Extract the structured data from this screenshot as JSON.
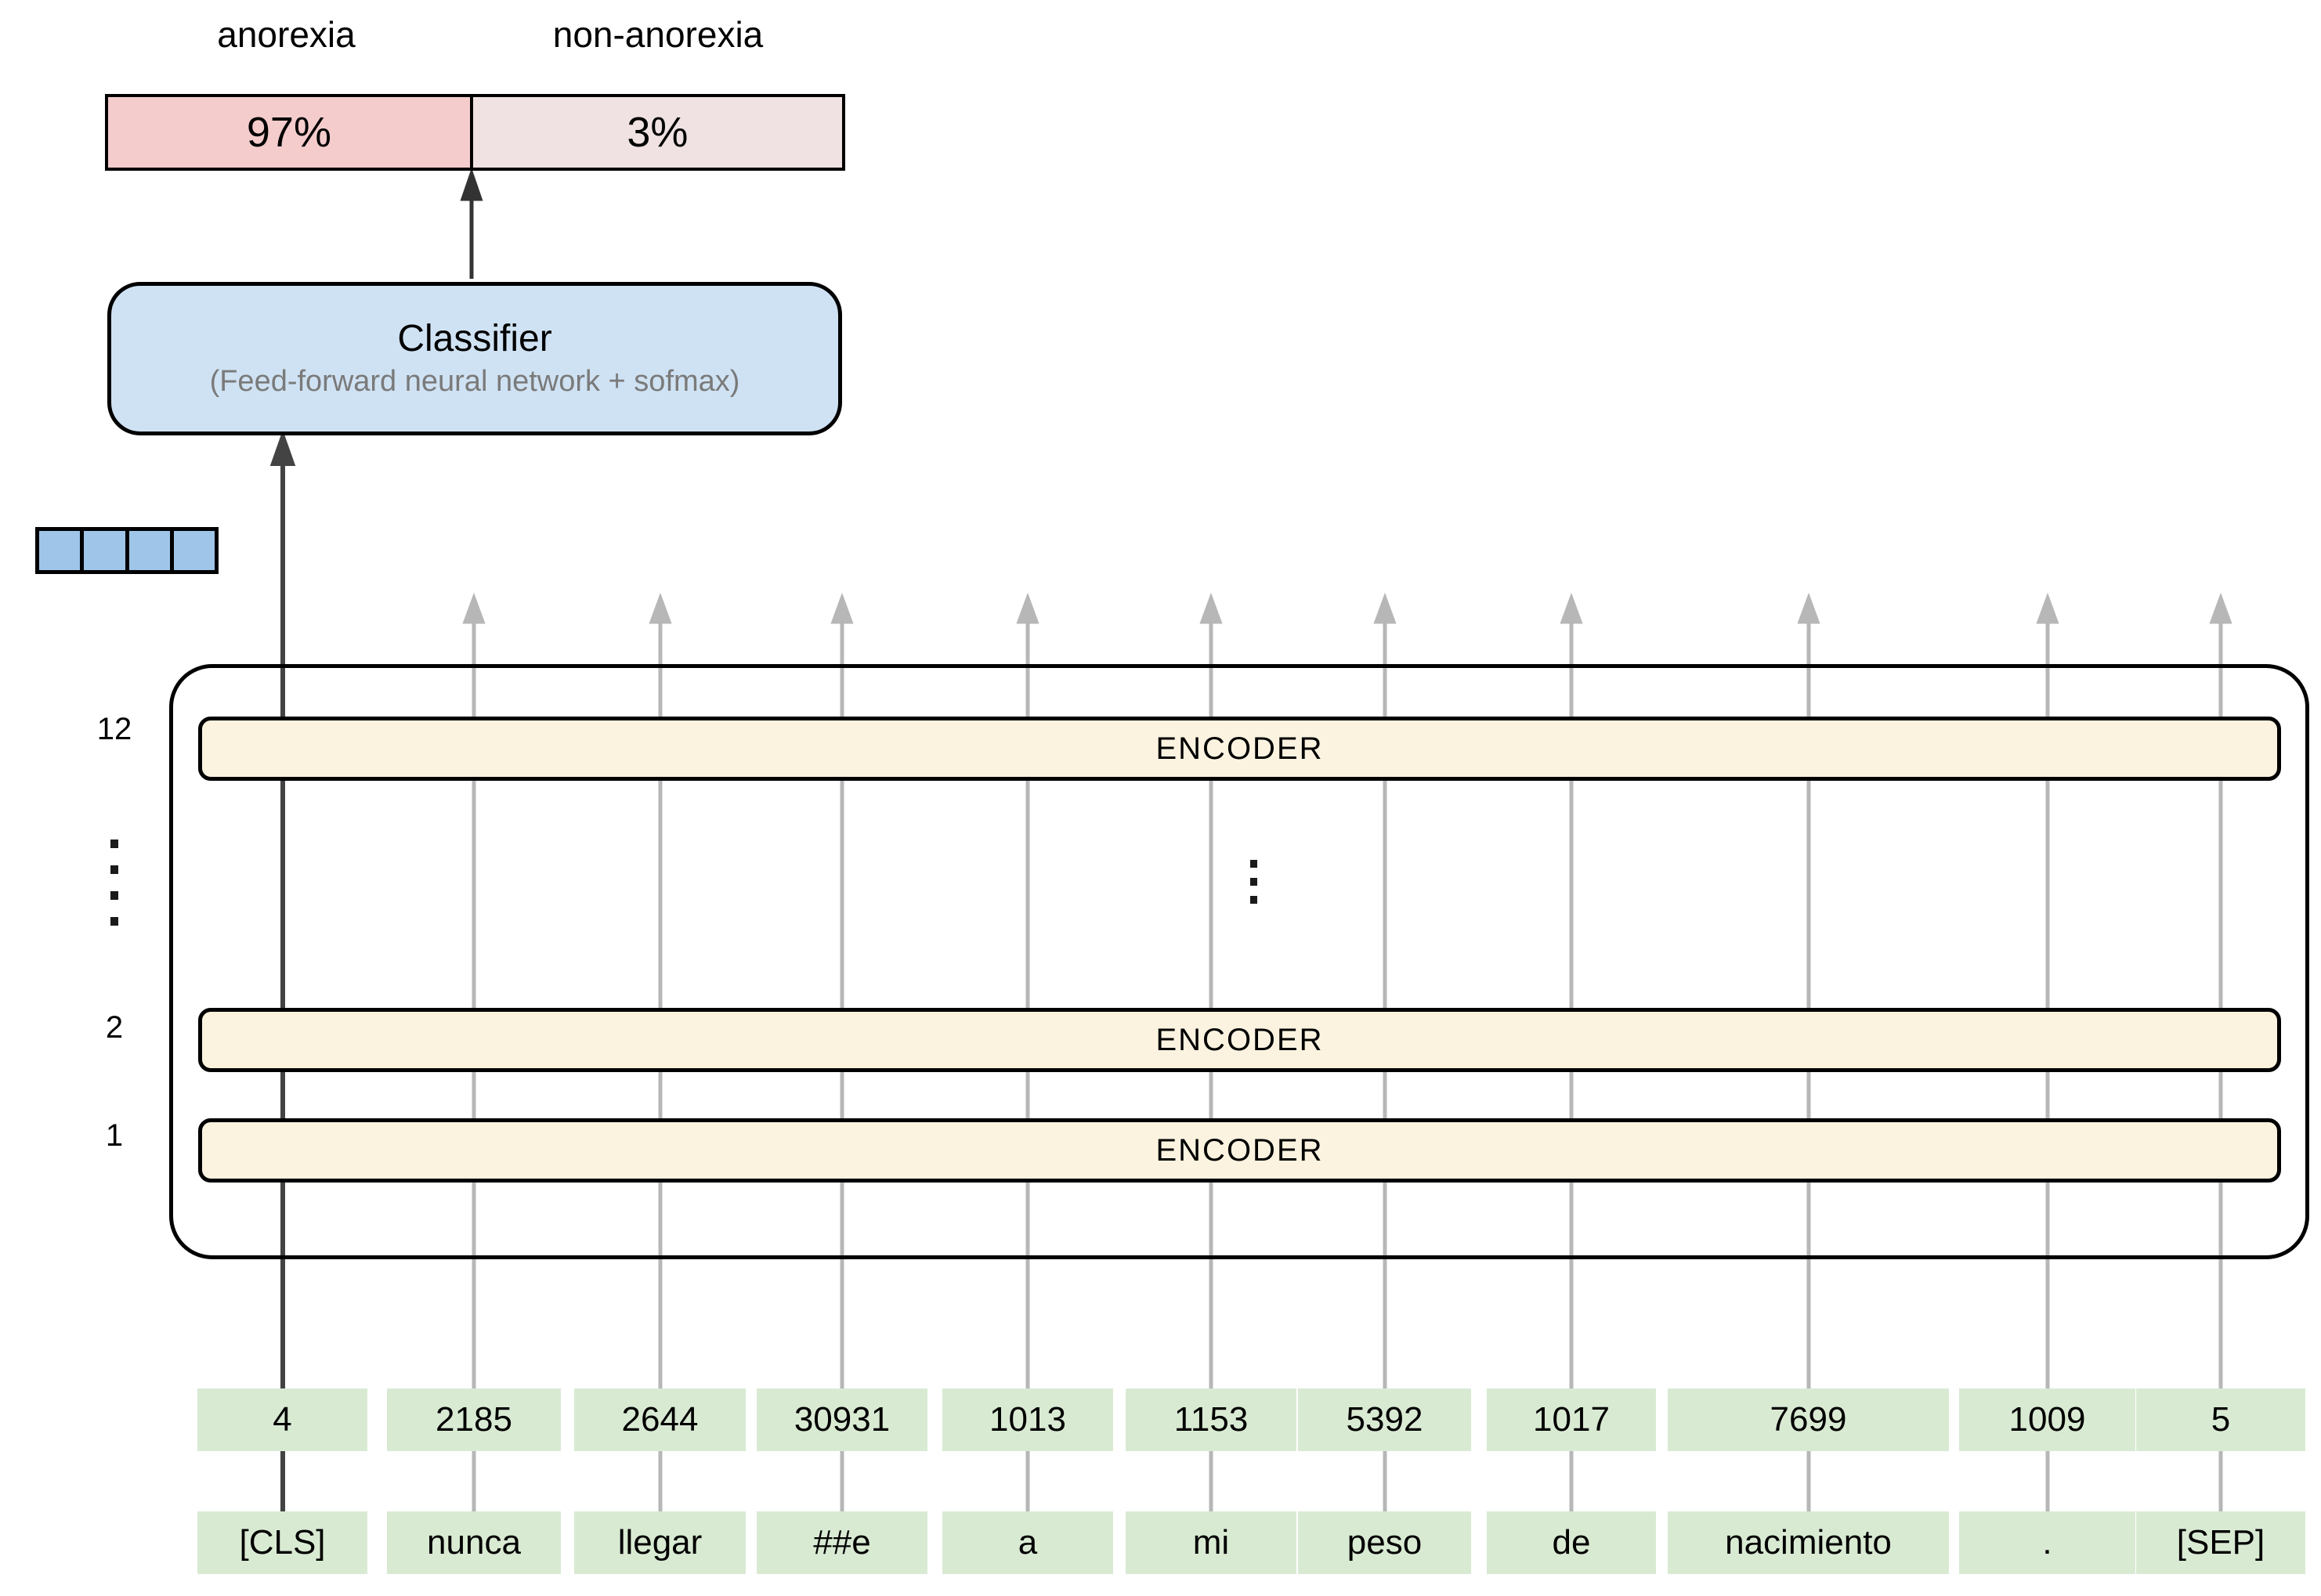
{
  "output": {
    "classes": [
      {
        "label": "anorexia",
        "percent": "97%"
      },
      {
        "label": "non-anorexia",
        "percent": "3%"
      }
    ]
  },
  "classifier": {
    "title": "Classifier",
    "subtitle": "(Feed-forward neural network + sofmax)"
  },
  "encoder_stack": {
    "rows": [
      {
        "layer": "12",
        "label": "ENCODER"
      },
      {
        "layer": "2",
        "label": "ENCODER"
      },
      {
        "layer": "1",
        "label": "ENCODER"
      }
    ],
    "layer_labels": [
      "12",
      "2",
      "1"
    ],
    "ellipsis_glyph": "⋮"
  },
  "columns": [
    {
      "id": "4",
      "token": "[CLS]"
    },
    {
      "id": "2185",
      "token": "nunca"
    },
    {
      "id": "2644",
      "token": "llegar"
    },
    {
      "id": "30931",
      "token": "##e"
    },
    {
      "id": "1013",
      "token": "a"
    },
    {
      "id": "1153",
      "token": "mi"
    },
    {
      "id": "5392",
      "token": "peso"
    },
    {
      "id": "1017",
      "token": "de"
    },
    {
      "id": "7699",
      "token": "nacimiento"
    },
    {
      "id": "1009",
      "token": "."
    },
    {
      "id": "5",
      "token": "[SEP]"
    }
  ],
  "icons": {
    "left_ellipsis": "vertical-ellipsis",
    "middle_ellipsis": "vertical-ellipsis",
    "arrows": "up-arrow"
  },
  "colors": {
    "anorexia_segment": "#f4cccc",
    "non_anorexia_segment": "#f0e2e2",
    "classifier_fill": "#cfe2f3",
    "cls_vector_fill": "#9fc5e8",
    "encoder_fill": "#fbf3e0",
    "token_fill": "#d9ead3",
    "column_line": "#b7b7b7",
    "cls_line": "#434343",
    "border": "#000000",
    "subtitle_text": "#7a7a7a"
  }
}
